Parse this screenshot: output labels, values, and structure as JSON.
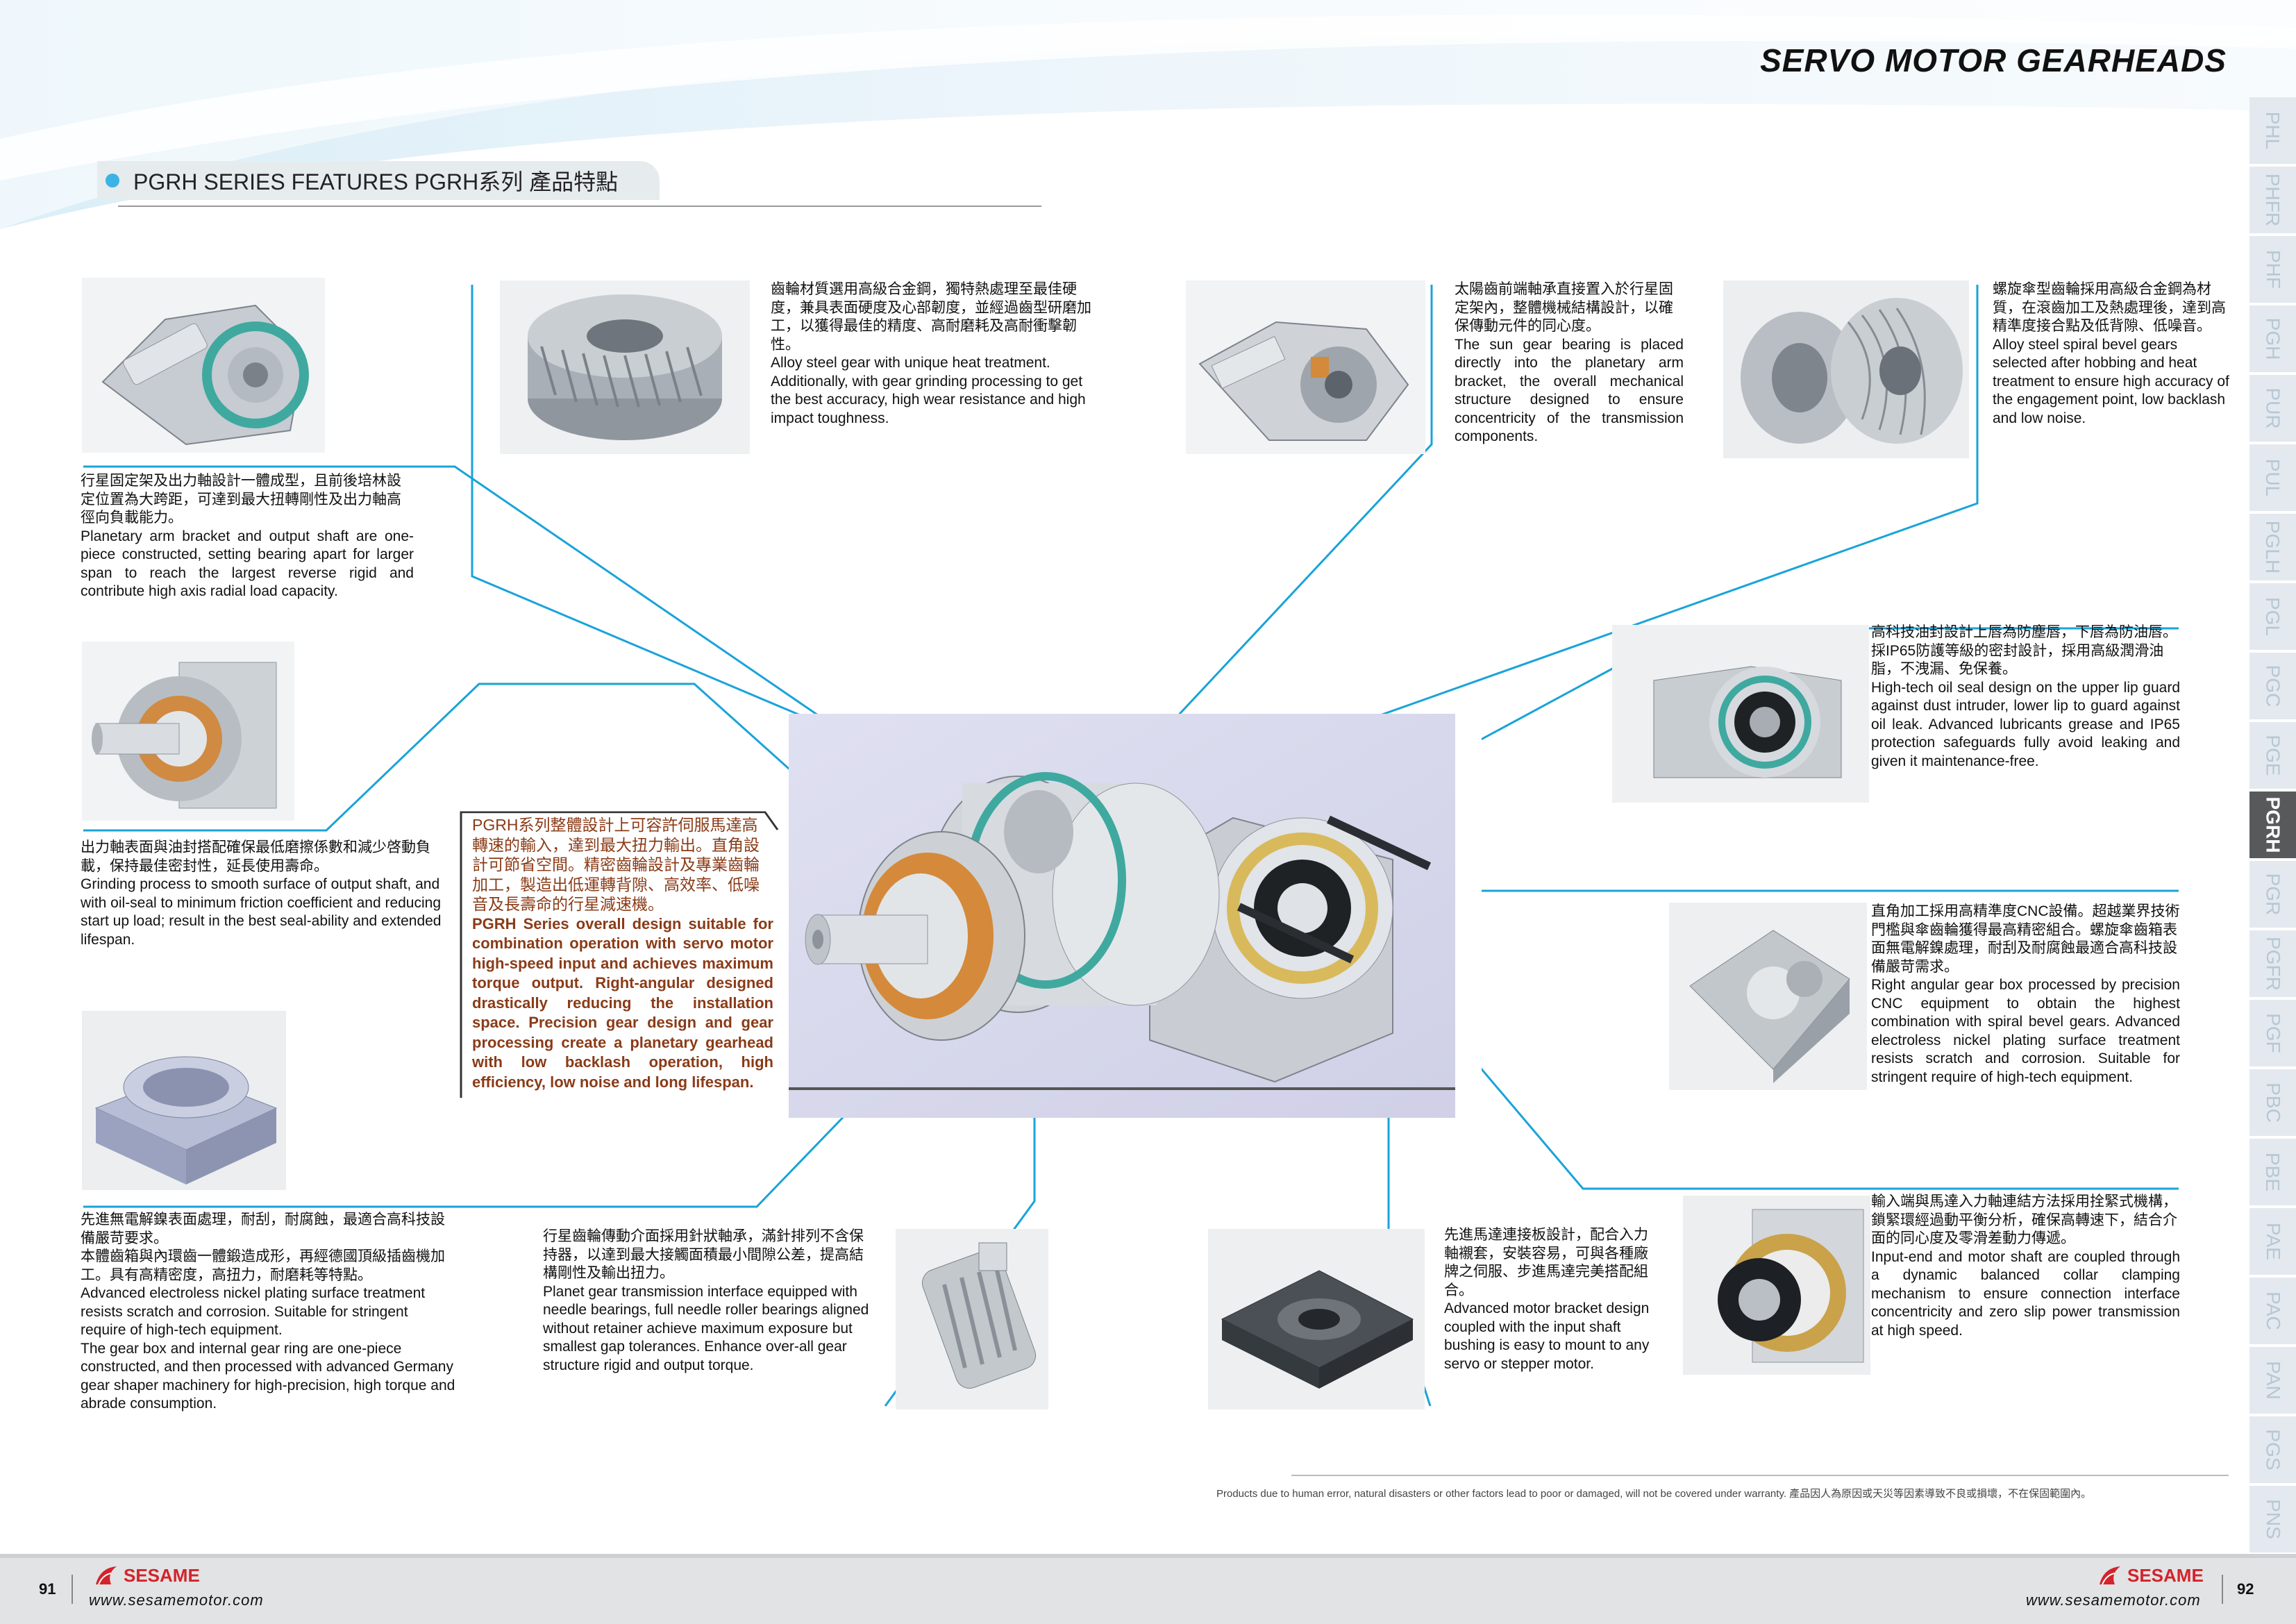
{
  "header": {
    "title": "SERVO MOTOR GEARHEADS"
  },
  "section": {
    "title": "PGRH SERIES FEATURES  PGRH系列 產品特點"
  },
  "side_tabs": [
    "PHL",
    "PHFR",
    "PHF",
    "PGH",
    "PUR",
    "PUL",
    "PGLH",
    "PGL",
    "PGC",
    "PGE",
    "PGRH",
    "PGR",
    "PGFR",
    "PGF",
    "PBC",
    "PBE",
    "PAE",
    "PAC",
    "PAN",
    "PGS",
    "PNS"
  ],
  "active_tab": "PGRH",
  "features": {
    "f1": {
      "zh": "行星固定架及出力軸設計一體成型，且前後培林設定位置為大跨距，可達到最大扭轉剛性及出力軸高徑向負載能力。",
      "en": "Planetary arm bracket and output shaft are one-piece constructed, setting bearing apart for larger span to reach the largest reverse rigid and contribute high axis radial load capacity."
    },
    "f2": {
      "zh": "齒輪材質選用高級合金鋼，獨特熱處理至最佳硬度，兼具表面硬度及心部韌度，並經過齒型研磨加工，以獲得最佳的精度、高耐磨耗及高耐衝擊韌性。",
      "en": "Alloy steel gear with unique heat treatment. Additionally, with gear grinding processing to get the best accuracy, high wear resistance and high impact toughness."
    },
    "f3": {
      "zh": "太陽齒前端軸承直接置入於行星固定架內，整體機械結構設計，以確保傳動元件的同心度。",
      "en": "The sun gear bearing is placed directly into the planetary arm bracket, the overall mechanical structure designed to ensure concentricity of the transmission components."
    },
    "f4": {
      "zh": "螺旋傘型齒輪採用高級合金鋼為材質，在滾齒加工及熱處理後，達到高精準度接合點及低背隙、低噪音。",
      "en": "Alloy steel spiral bevel gears selected after hobbing and heat treatment to ensure high accuracy of the engagement point, low backlash and low noise."
    },
    "f5": {
      "zh": "出力軸表面與油封搭配確保最低磨擦係數和減少啓動負載，保持最佳密封性，延長使用壽命。",
      "en": "Grinding process to smooth surface of output shaft, and with oil-seal to minimum friction coefficient and reducing start up load; result in the best seal-ability and extended lifespan."
    },
    "f6": {
      "zh": "高科技油封設計上唇為防塵唇，下唇為防油唇。採IP65防護等級的密封設計，採用高級潤滑油脂，不洩漏、免保養。",
      "en": "High-tech oil seal design on the upper lip guard against dust intruder, lower lip to guard against oil leak. Advanced lubricants grease and IP65 protection safeguards fully avoid leaking and given it maintenance-free."
    },
    "f7": {
      "zh": "直角加工採用高精準度CNC設備。超越業界技術門檻與傘齒輪獲得最高精密組合。螺旋傘齒箱表面無電解鎳處理，耐刮及耐腐蝕最適合高科技設備嚴苛需求。",
      "en": "Right angular gear box processed by precision CNC equipment to obtain the highest combination with spiral bevel gears. Advanced electroless nickel plating surface treatment resists scratch and corrosion. Suitable for stringent require of high-tech equipment."
    },
    "f8": {
      "zh1": "先進無電解鎳表面處理，耐刮，耐腐蝕，最適合高科技設備嚴苛要求。",
      "zh2": "本體齒箱與內環齒一體鍛造成形，再經德國頂級插齒機加工。具有高精密度，高扭力，耐磨耗等特點。",
      "en1": "Advanced electroless nickel plating surface treatment resists scratch and corrosion. Suitable for stringent require of high-tech equipment.",
      "en2": "The gear box and internal gear ring are one-piece constructed, and then processed with advanced Germany gear shaper machinery for high-precision, high torque and abrade consumption."
    },
    "f9": {
      "zh": "行星齒輪傳動介面採用針狀軸承，滿針排列不含保持器，以達到最大接觸面積最小間隙公差，提高結構剛性及輸出扭力。",
      "en": "Planet gear transmission interface equipped with needle bearings, full needle roller bearings aligned without retainer achieve maximum exposure but smallest gap tolerances. Enhance over-all gear structure rigid and output torque."
    },
    "f10": {
      "zh": "先進馬達連接板設計，配合入力軸襯套，安裝容易，可與各種廠牌之伺服、步進馬達完美搭配組合。",
      "en": "Advanced motor bracket design coupled with the input shaft bushing is easy to mount to any servo or stepper motor."
    },
    "f11": {
      "zh": "輸入端與馬達入力軸連結方法採用拴緊式機構，鎖緊環經過動平衡分析，確保高轉速下，結合介面的同心度及零滑差動力傳遞。",
      "en": "Input-end and motor shaft are coupled through a dynamic balanced collar clamping mechanism to ensure connection interface concentricity and zero slip power transmission at high speed."
    },
    "center": {
      "zh": "PGRH系列整體設計上可容許伺服馬達高轉速的輸入，達到最大扭力輸出。直角設計可節省空間。精密齒輪設計及專業齒輪加工，製造出低運轉背隙、高效率、低噪音及長壽命的行星減速機。",
      "en": "PGRH Series overall design suitable for combination operation with servo motor high-speed input and achieves maximum torque output. Right-angular designed drastically reducing the installation space. Precision gear design and gear processing create a planetary gearhead with low backlash operation, high efficiency, low noise and long lifespan."
    }
  },
  "disclaimer": "Products due to human error, natural disasters or other factors lead to poor or damaged, will not be covered under warranty.    產品因人為原因或天災等因素導致不良或損壞，不在保固範圍內。",
  "footer": {
    "left_page": "91",
    "right_page": "92",
    "brand": "SESAME",
    "website": "www.sesamemotor.com"
  },
  "colors": {
    "accent_blue": "#1aa3d9",
    "center_text": "#8a3b17",
    "active_tab": "#58595b",
    "brand_red": "#d4232a"
  }
}
